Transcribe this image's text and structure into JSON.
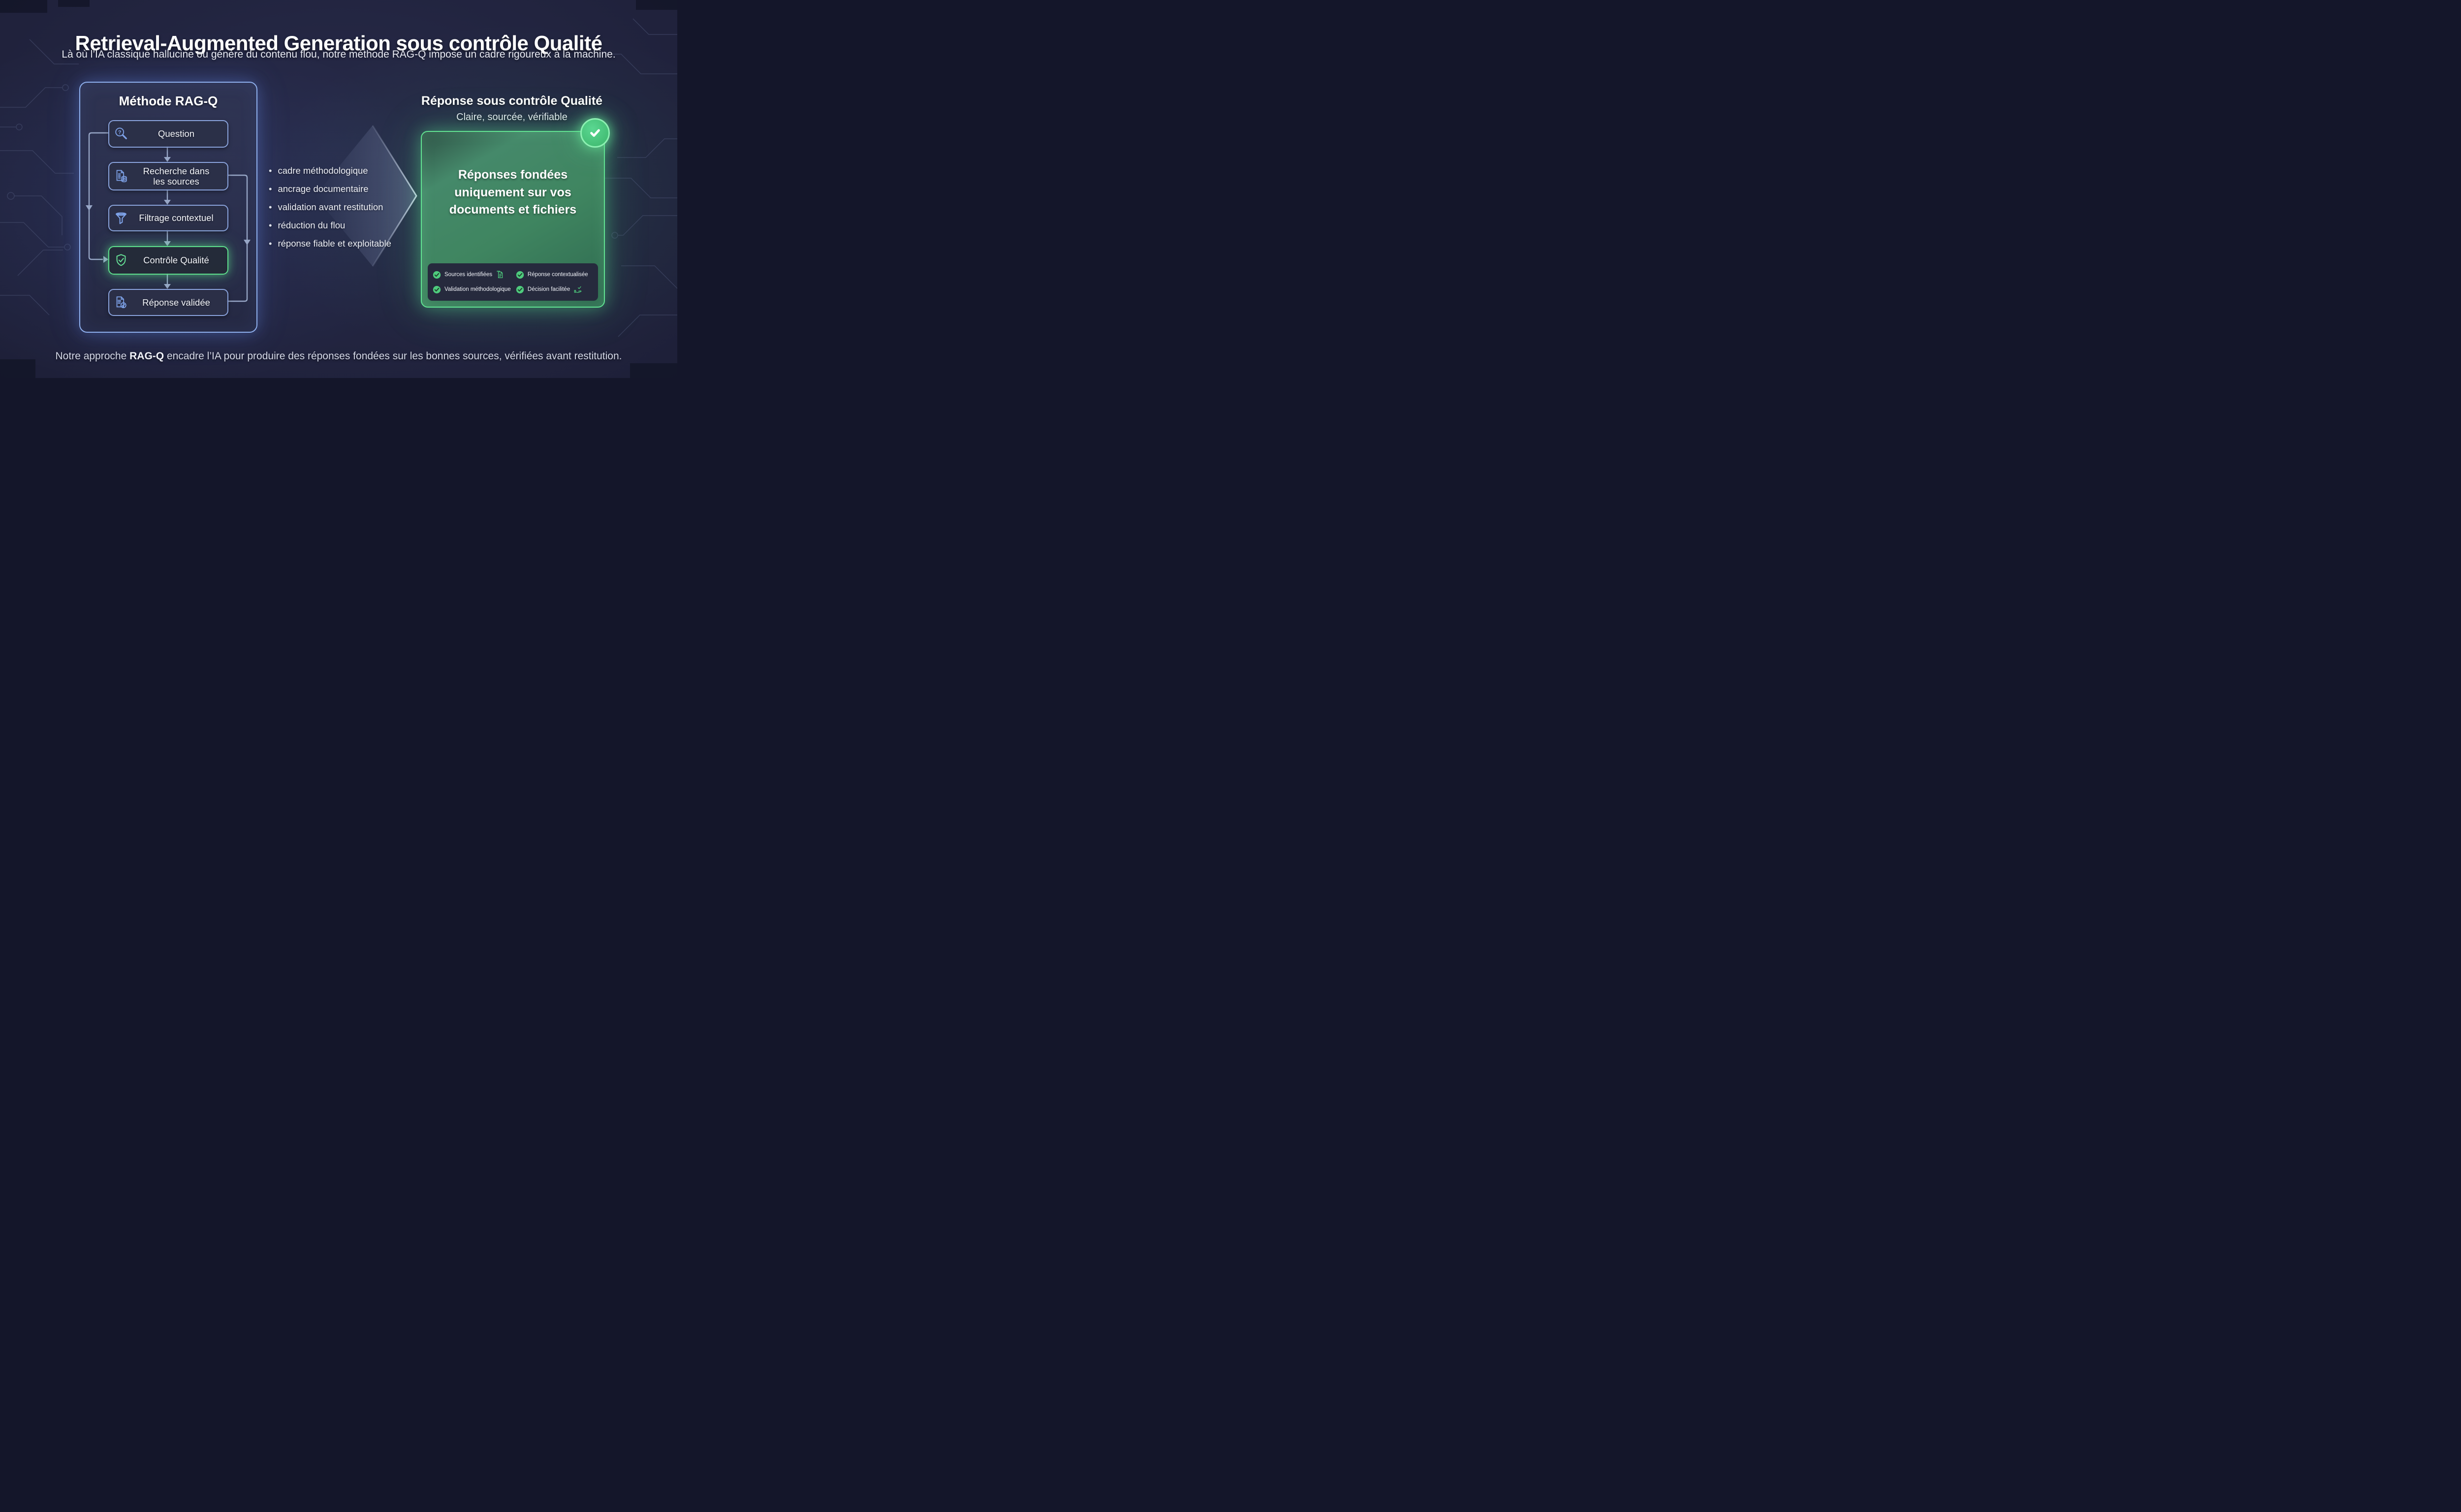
{
  "page": {
    "title": "Retrieval-Augmented Generation sous contrôle Qualité",
    "subtitle": "Là où l’IA classique hallucine ou génère du contenu flou, notre méthode RAG-Q impose un cadre rigoureux à la machine.",
    "footer_prefix": "Notre approche ",
    "footer_bold": "RAG-Q",
    "footer_suffix": " encadre l’IA pour produire des réponses fondées sur les bonnes sources, vérifiées avant restitution."
  },
  "method_panel": {
    "title": "Méthode RAG-Q",
    "steps": [
      {
        "label": "Question",
        "icon": "magnifier-question-icon",
        "highlight": false
      },
      {
        "label": "Recherche dans les sources",
        "icon": "document-database-icon",
        "highlight": false
      },
      {
        "label": "Filtrage contextuel",
        "icon": "funnel-icon",
        "highlight": false
      },
      {
        "label": "Contrôle Qualité",
        "icon": "shield-check-icon",
        "highlight": true
      },
      {
        "label": "Réponse validée",
        "icon": "document-check-icon",
        "highlight": false
      }
    ]
  },
  "benefits": [
    "cadre méthodologique",
    "ancrage documentaire",
    "validation avant restitution",
    "réduction du flou",
    "réponse fiable et exploitable"
  ],
  "result_panel": {
    "title": "Réponse sous contrôle Qualité",
    "subtitle": "Claire, sourcée, vérifiable",
    "main_text": "Réponses fondées uniquement sur vos documents et fichiers",
    "badge_icon": "check-icon",
    "checks": [
      {
        "label": "Sources identifiées",
        "trailing_icon": "documents-icon"
      },
      {
        "label": "Réponse contextualisée",
        "trailing_icon": ""
      },
      {
        "label": "Validation méthodologique",
        "trailing_icon": ""
      },
      {
        "label": "Décision facilitée",
        "trailing_icon": "hand-check-icon"
      }
    ]
  },
  "colors": {
    "background": "#20223c",
    "accent_blue": "#8fb0ee",
    "accent_green": "#5ee08d",
    "panel_green": "#3f8560",
    "connector": "#97a6c6",
    "footer_strip": "#262a3d"
  }
}
